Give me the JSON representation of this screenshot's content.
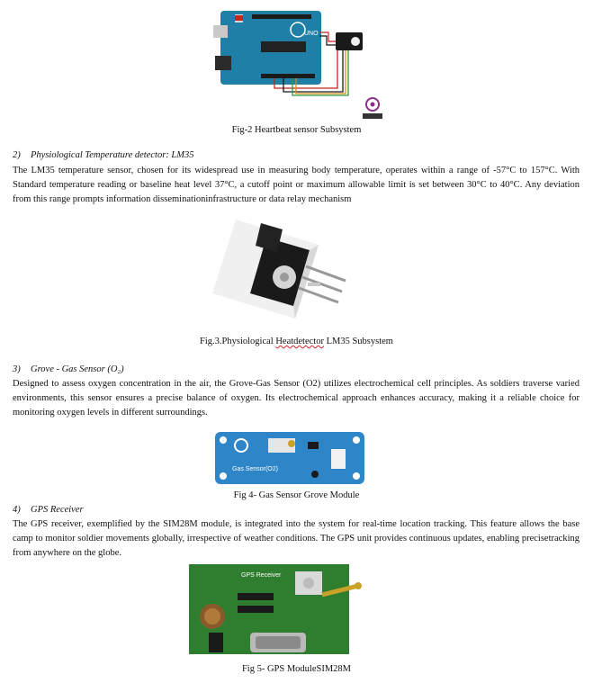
{
  "figures": {
    "fig2": {
      "caption": "Fig-2 Heartbeat sensor Subsystem",
      "board_text": "UNO"
    },
    "fig3": {
      "caption_a": "Fig.3.Physiological ",
      "caption_b": "Heatdetector",
      "caption_c": " LM35 Subsystem"
    },
    "fig4": {
      "caption": "Fig 4- Gas Sensor Grove Module",
      "board_text": "Gas Sensor(O2)"
    },
    "fig5": {
      "caption": "Fig 5- GPS ModuleSIM28M",
      "board_text": "GPS Receiver"
    }
  },
  "sections": {
    "s2": {
      "num": "2)",
      "title": "Physiological Temperature detector: LM35",
      "body": "The LM35 temperature sensor, chosen for its widespread use in measuring body temperature, operates within a range of -57°C to 157°C. With Standard temperature reading or baseline  heat level 37°C, a cutoff point or maximum allowable limit is set between 30°C to 40°C. Any deviation from this range prompts information disseminationinfrastructure or data relay mechanism"
    },
    "s3": {
      "num": "3)",
      "title": "Grove - Gas Sensor (O₂)",
      "body": "Designed to assess oxygen concentration in the air, the Grove-Gas Sensor (O2) utilizes electrochemical cell principles. As  soldiers traverse varied environments, this sensor ensures a precise balance of oxygen. Its electrochemical approach enhances accuracy, making it a reliable choice for monitoring oxygen levels in different surroundings."
    },
    "s4": {
      "num": "4)",
      "title": "GPS Receiver",
      "body": "The GPS receiver, exemplified by the SIM28M module, is integrated into the system for real-time location tracking. This feature allows the base camp to monitor soldier movements globally, irrespective of weather conditions. The GPS unit provides continuous updates, enabling precisetracking from anywhere on the globe."
    }
  }
}
